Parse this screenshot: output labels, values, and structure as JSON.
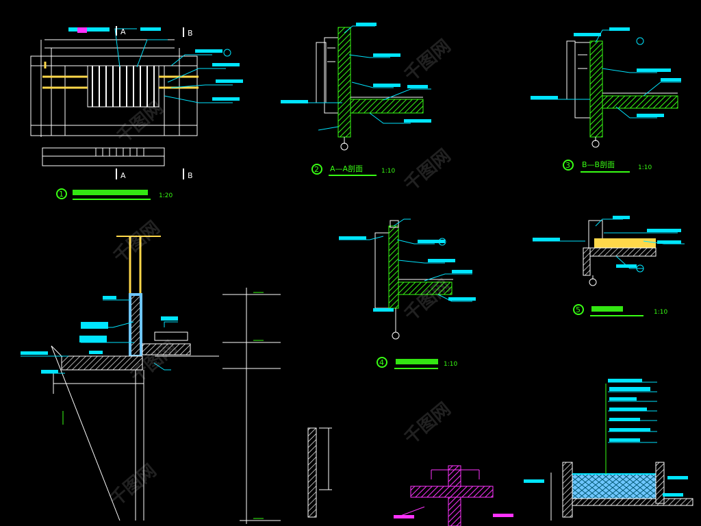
{
  "image": {
    "kind": "CAD detail sheet",
    "background": "#000000"
  },
  "colors": {
    "outline": "#ffffff",
    "leader": "#00e5ff",
    "concrete": "#39ff14",
    "membrane": "#ffd84a",
    "highlight": "#ff33ff",
    "insulation": "#6ec6ff",
    "watermark": "#ffffff"
  },
  "details": [
    {
      "id": "grille-plan",
      "callout_no": "1",
      "scale": "1:20"
    },
    {
      "id": "section-a-a",
      "callout_no": "2",
      "title": "A—A剖面",
      "scale": "1:10"
    },
    {
      "id": "section-b-b",
      "callout_no": "3",
      "title": "B—B剖面",
      "scale": "1:10"
    },
    {
      "id": "roof-edge",
      "callout_no": "4",
      "scale": "1:10"
    },
    {
      "id": "eave-detail",
      "callout_no": "5",
      "scale": "1:10"
    }
  ],
  "section_marks": [
    "A",
    "A",
    "B",
    "B"
  ],
  "watermark": {
    "text": "千图网",
    "icon": "watermark-logo-icon"
  }
}
